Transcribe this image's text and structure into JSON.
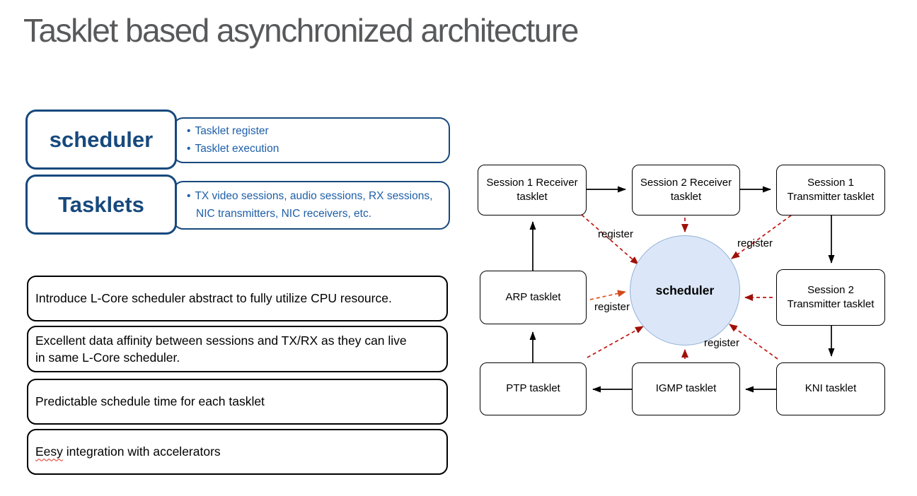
{
  "title": "Tasklet based asynchronized architecture",
  "definitions": [
    {
      "term": "scheduler",
      "bullets": [
        "Tasklet register",
        "Tasklet execution"
      ]
    },
    {
      "term": "Tasklets",
      "bullets": [
        "TX video sessions, audio sessions,  RX sessions, NIC transmitters, NIC receivers, etc."
      ]
    }
  ],
  "statements": [
    {
      "text": "Introduce L-Core scheduler abstract to fully utilize CPU resource."
    },
    {
      "text": "Excellent data affinity between sessions and TX/RX as they can live in same L-Core scheduler."
    },
    {
      "text": "Predictable schedule time for each tasklet"
    },
    {
      "misspelled_word": "Eesy",
      "rest": " integration with accelerators"
    }
  ],
  "diagram": {
    "center_label": "scheduler",
    "register_label": "register",
    "nodes": {
      "session1_receiver": "Session 1 Receiver tasklet",
      "session2_receiver": "Session 2 Receiver tasklet",
      "session1_transmitter": "Session 1 Transmitter tasklet",
      "arp": "ARP tasklet",
      "session2_transmitter": "Session 2 Transmitter tasklet",
      "ptp": "PTP tasklet",
      "igmp": "IGMP tasklet",
      "kni": "KNI tasklet"
    }
  },
  "colors": {
    "title_gray": "#58595b",
    "dark_blue": "#17497d",
    "bullet_blue": "#1e5fa8",
    "circle_fill": "#dbe7f8",
    "circle_border": "#93b1d7",
    "flow_arrow_black": "#000000",
    "register_arrow_red": "#b5140c",
    "register_arrow_orange": "#e0551e",
    "spellcheck_red": "#e03020"
  }
}
